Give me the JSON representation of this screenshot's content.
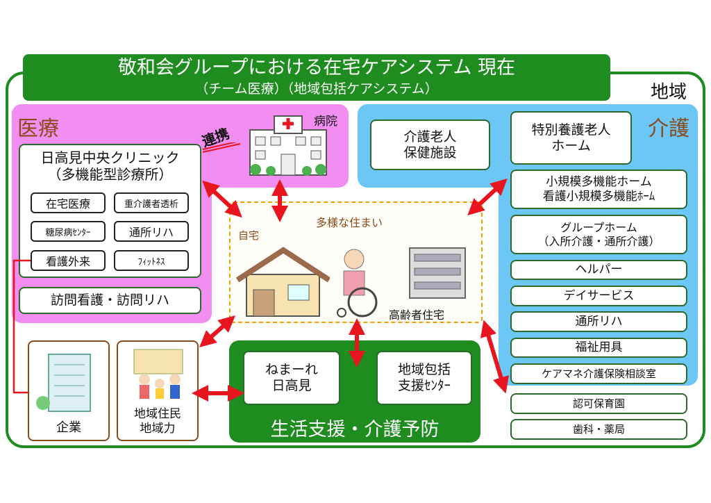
{
  "title": {
    "line1": "敬和会グループにおける在宅ケアシステム 現在",
    "line2": "（チーム医療）（地域包括ケアシステム）"
  },
  "region_label": "地域",
  "medical": {
    "label": "医療",
    "clinic_name": "日高見中央クリニック",
    "clinic_type": "（多機能型診療所）",
    "services": [
      "在宅医療",
      "重介護者透析",
      "糖尿病ｾﾝﾀｰ",
      "通所リハ",
      "看護外来",
      "ﾌｨｯﾄﾈｽ"
    ],
    "visit": "訪問看護・訪問リハ",
    "hospital": "病院",
    "cooperation": "連携"
  },
  "care": {
    "label": "介護",
    "roken": [
      "介護老人",
      "保健施設"
    ],
    "tokuyo": [
      "特別養護老人",
      "ホーム"
    ],
    "small_multi": [
      "小規模多機能ホーム",
      "看護小規模多機能ﾎｰﾑ"
    ],
    "group_home": [
      "グループホーム",
      "（入所介護・通所介護）"
    ],
    "items": [
      "ヘルパー",
      "デイサービス",
      "通所リハ",
      "福祉用具",
      "ケアマネ介護保険相談室"
    ]
  },
  "other": [
    "認可保育園",
    "歯科・薬局"
  ],
  "housing": {
    "label": "多様な住まい",
    "home": "自宅",
    "elderly_housing": "高齢者住宅"
  },
  "support": {
    "label": "生活支援・介護予防",
    "nemare": [
      "ねまーれ",
      "日高見"
    ],
    "center": [
      "地域包括",
      "支援ｾﾝﾀｰ"
    ]
  },
  "company": "企業",
  "residents": [
    "地域住民",
    "地域力"
  ],
  "colors": {
    "green": "#1e8c1e",
    "pink": "#f28ef2",
    "blue": "#6cc6f6",
    "arrow": "#e8141e",
    "brown": "#8a4a1a"
  }
}
